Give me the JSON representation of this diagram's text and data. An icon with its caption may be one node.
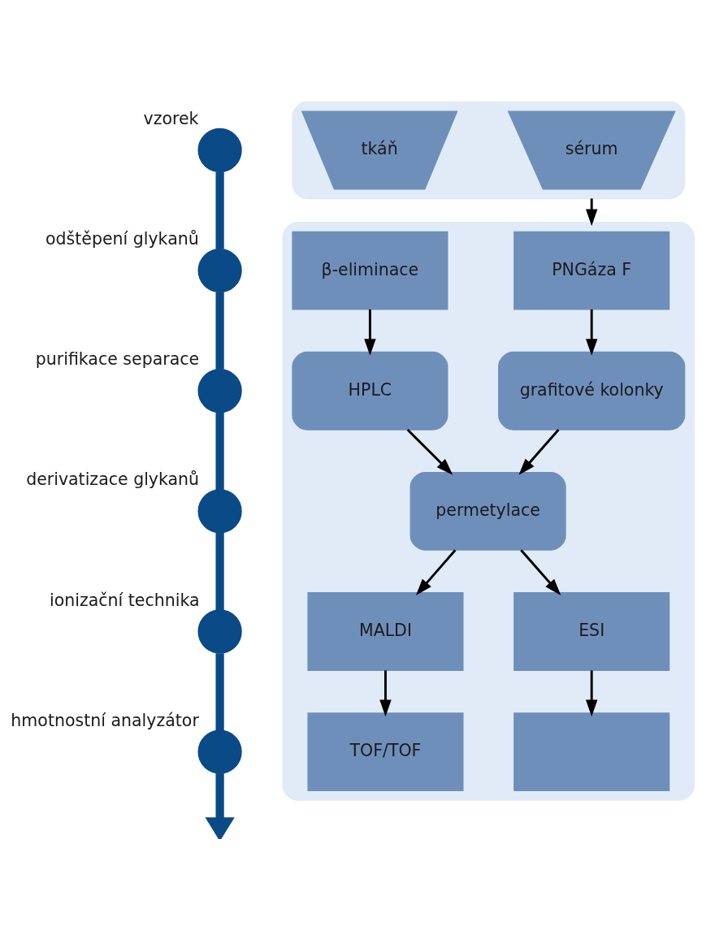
{
  "diagram": {
    "nodes": [
      {
        "text": [],
        "shape": "circle",
        "beside": [
          "vzorek"
        ]
      },
      {
        "text": [],
        "shape": "circle",
        "beside": [
          "odštěpení glykanů"
        ]
      },
      {
        "text": [],
        "shape": "circle",
        "beside": [
          "purifikace separace"
        ]
      },
      {
        "text": [],
        "shape": "circle",
        "beside": [
          "derivatizace glykanů"
        ]
      },
      {
        "text": [],
        "shape": "circle",
        "beside": [
          "ionizační technika"
        ]
      },
      {
        "text": [],
        "shape": "circle",
        "beside": [
          "hmotnostní analyzátor"
        ]
      },
      {
        "text": [],
        "shape": "box"
      },
      {
        "text": [
          "sérum"
        ],
        "in": 6
      },
      {
        "text": [
          "tkáň"
        ],
        "in": 6
      },
      {
        "text": [],
        "shape": "box"
      },
      {
        "text": [
          "PNGáza F"
        ],
        "in": 9
      },
      {
        "text": [
          "β-eliminace"
        ],
        "in": 9
      },
      {
        "text": [
          "grafitové kolonky"
        ],
        "in": 9
      },
      {
        "text": [
          "HPLC"
        ],
        "in": 9
      },
      {
        "text": [
          "permetylace"
        ],
        "in": 9
      },
      {
        "text": [
          "MALDI"
        ],
        "in": 9
      },
      {
        "text": [
          "ESI"
        ],
        "in": 9
      },
      {
        "text": [
          "TOF/TOF"
        ],
        "in": 9
      },
      {
        "text": [],
        "shape": "box",
        "in": 9
      }
    ],
    "edges": [
      {
        "from": 0,
        "to": 1,
        "arrow": "none",
        "style": "thick",
        "color": "#0a4a87"
      },
      {
        "from": 1,
        "to": 2,
        "arrow": "none",
        "style": "thick",
        "color": "#0a4a87"
      },
      {
        "from": 2,
        "to": 3,
        "arrow": "none",
        "style": "thick",
        "color": "#0a4a87"
      },
      {
        "from": 3,
        "to": 4,
        "arrow": "none",
        "style": "thick",
        "color": "#0a4a87"
      },
      {
        "from": 4,
        "to": 5,
        "arrow": "none",
        "style": "thick",
        "color": "#0a4a87"
      },
      {
        "from": 5,
        "to": null,
        "arrow": "to",
        "style": "thick",
        "color": "#0a4a87"
      },
      {
        "from": 6,
        "to": 9,
        "arrow": "to"
      },
      {
        "from": 10,
        "to": 12,
        "arrow": "to"
      },
      {
        "from": 11,
        "to": 13,
        "arrow": "to"
      },
      {
        "from": 12,
        "to": 14,
        "arrow": "to"
      },
      {
        "from": 13,
        "to": 14,
        "arrow": "to"
      },
      {
        "from": 14,
        "to": 15,
        "arrow": "to"
      },
      {
        "from": 14,
        "to": 16,
        "arrow": "to"
      },
      {
        "from": 15,
        "to": 17,
        "arrow": "to"
      },
      {
        "from": 16,
        "to": 18,
        "arrow": "to"
      }
    ]
  }
}
